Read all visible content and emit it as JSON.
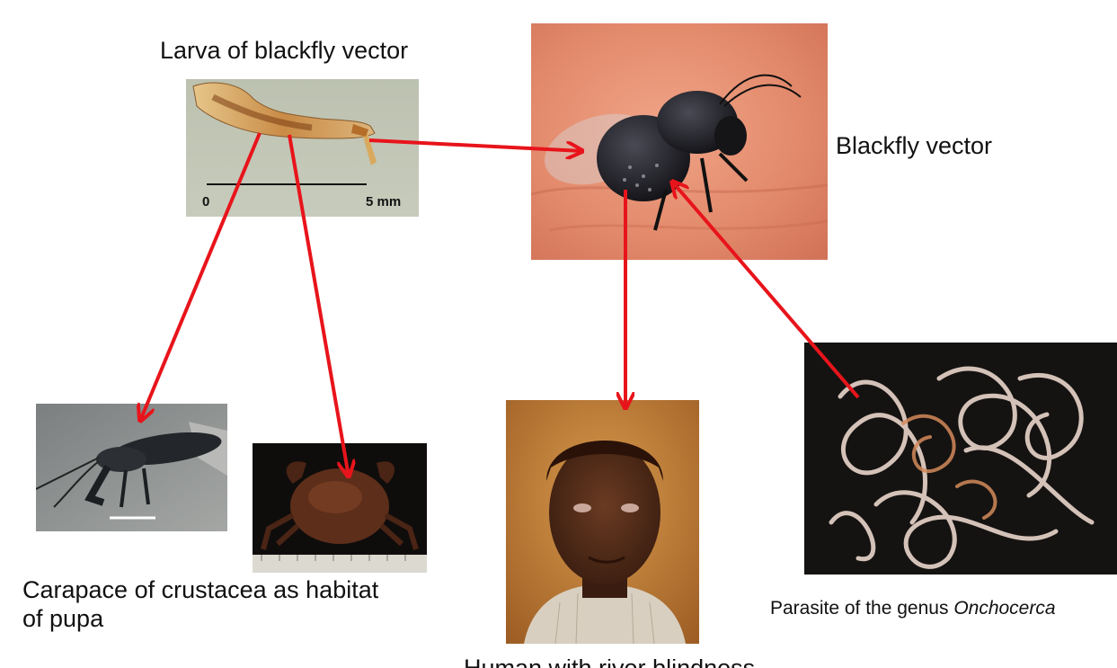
{
  "labels": {
    "larva": "Larva of blackfly vector",
    "blackfly": "Blackfly vector",
    "carapace_line1": "Carapace of crustacea as habitat",
    "carapace_line2": "of pupa",
    "parasite_prefix": "Parasite of the genus ",
    "parasite_genus": "Onchocerca",
    "human": "Human with river blindness"
  },
  "scale_bar": {
    "start": "0",
    "end": "5 mm"
  },
  "colors": {
    "arrow": "#e8141b",
    "text": "#111111"
  },
  "arrows": [
    {
      "from": "larva",
      "to": "blackfly"
    },
    {
      "from": "larva",
      "to": "crayfish"
    },
    {
      "from": "larva",
      "to": "crab"
    },
    {
      "from": "blackfly",
      "to": "human"
    },
    {
      "from": "parasite",
      "to": "blackfly"
    }
  ]
}
